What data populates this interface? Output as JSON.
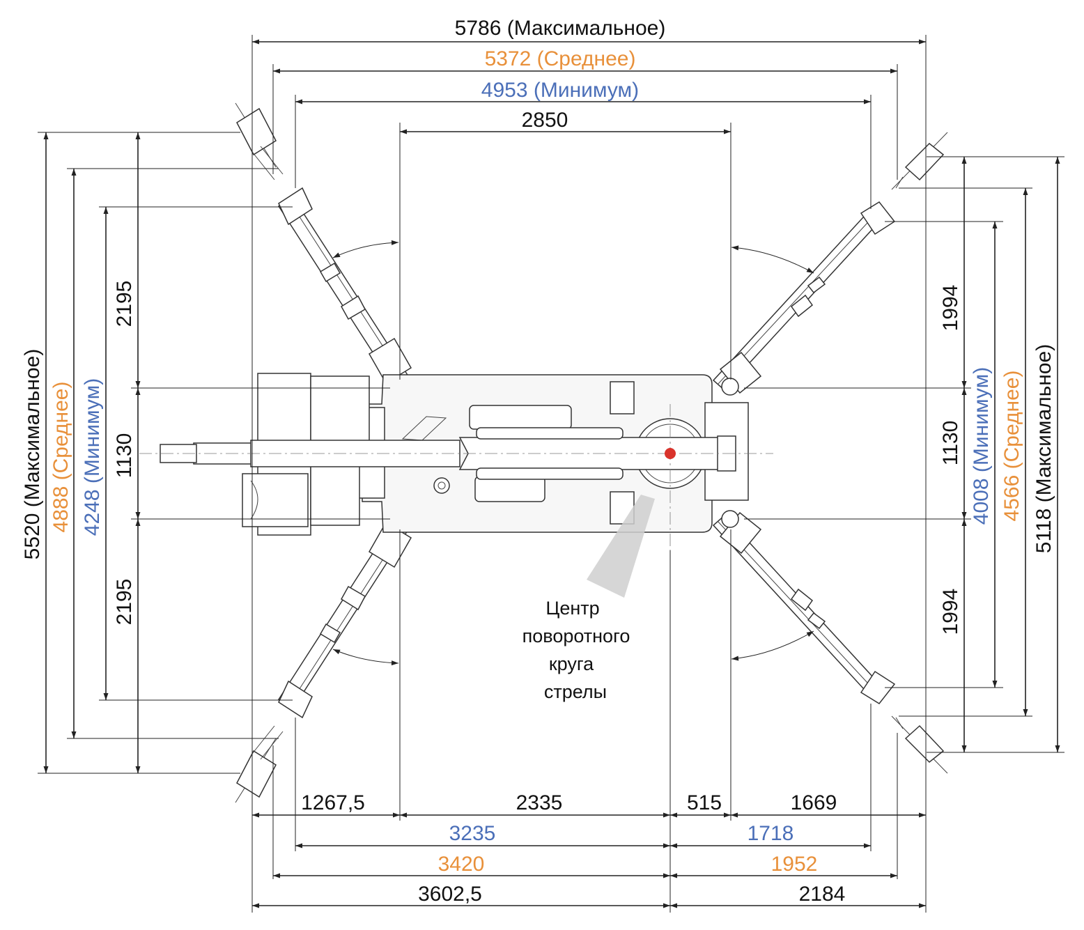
{
  "colors": {
    "black": "#111111",
    "orange": "#e8903a",
    "blue": "#4b6fb8",
    "pivot": "#d9332b"
  },
  "top_dims": {
    "max": "5786 (Максимальное)",
    "mid": "5372 (Среднее)",
    "min": "4953 (Минимум)",
    "body": "2850"
  },
  "left_dims": {
    "max": "5520 (Максимальное)",
    "mid": "4888 (Среднее)",
    "min": "4248 (Минимум)",
    "upper": "2195",
    "center": "1130",
    "lower": "2195"
  },
  "right_dims": {
    "max": "5118 (Максимальное)",
    "mid": "4566 (Среднее)",
    "min": "4008 (Минимум)",
    "upper": "1994",
    "center": "1130",
    "lower": "1994"
  },
  "bottom_dims": {
    "row1": [
      "1267,5",
      "2335",
      "515",
      "1669"
    ],
    "row2": [
      "3235",
      "1718"
    ],
    "row3": [
      "3420",
      "1952"
    ],
    "row4": [
      "3602,5",
      "2184"
    ]
  },
  "callout": {
    "lines": [
      "Центр",
      "поворотного",
      "круга",
      "стрелы"
    ]
  }
}
